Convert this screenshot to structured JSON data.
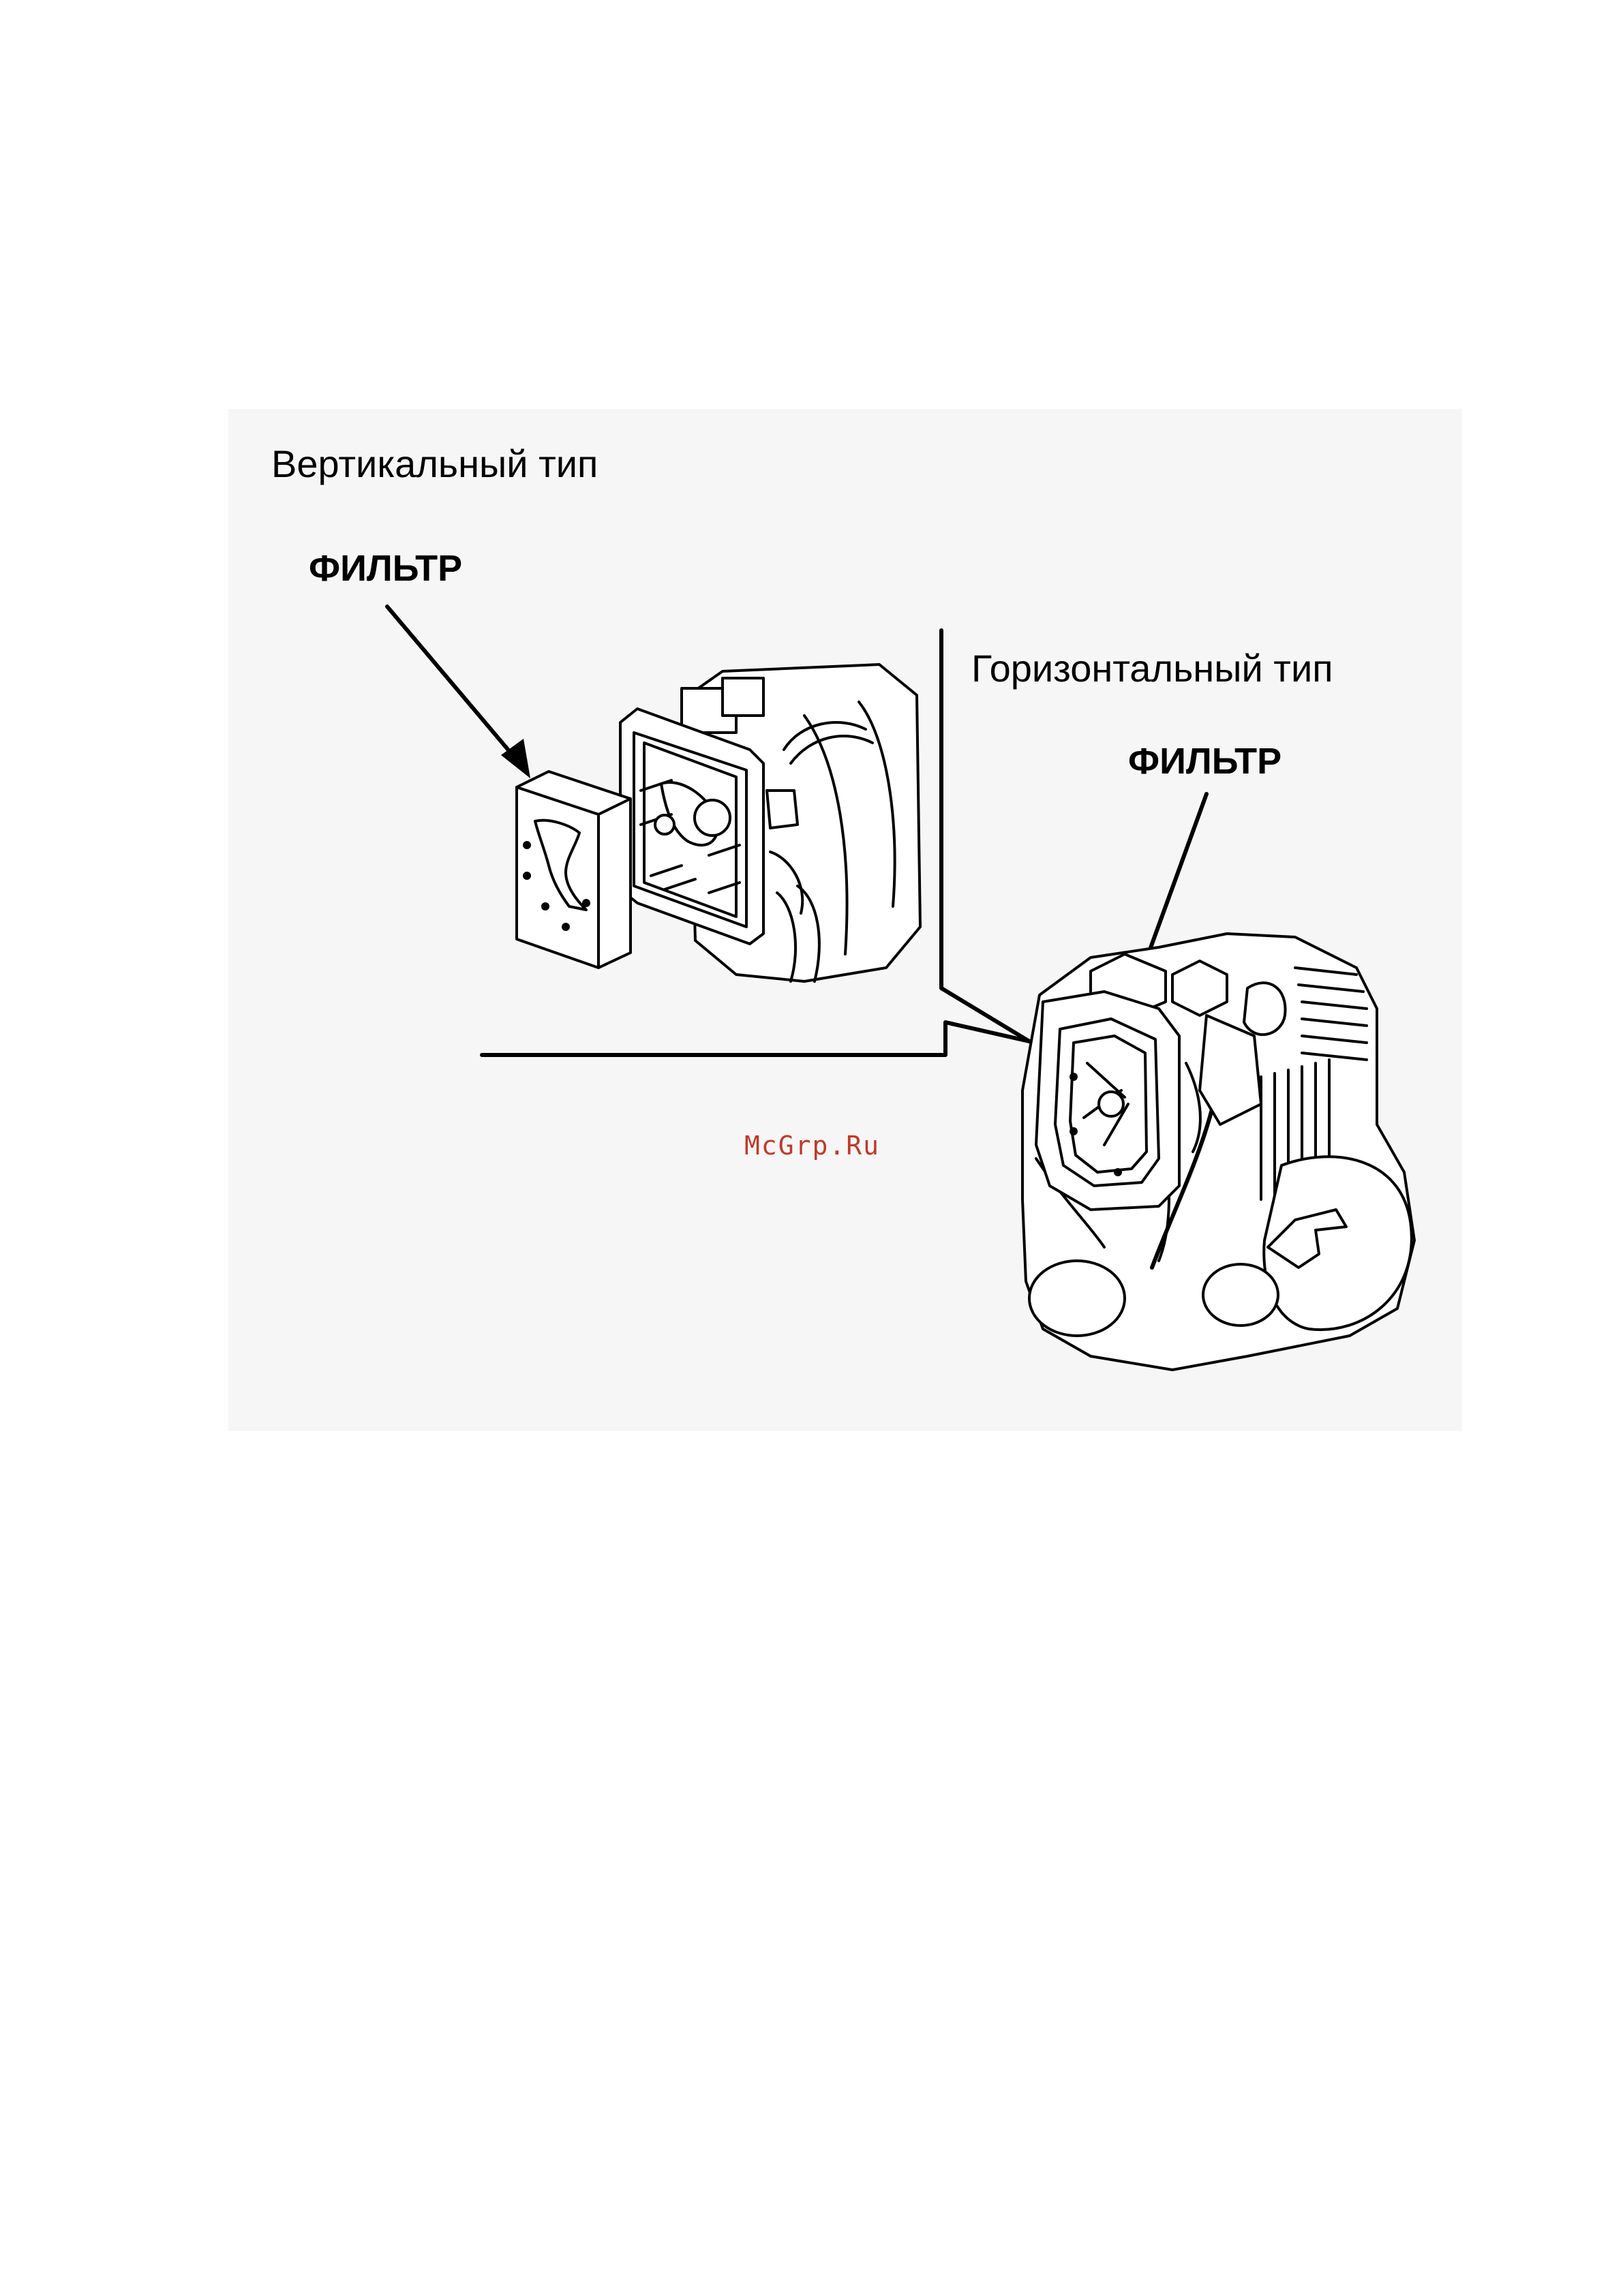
{
  "labels": {
    "vertical_type": "Вертикальный тип",
    "horizontal_type": "Горизонтальный тип",
    "filter_vertical": "ФИЛЬТР",
    "filter_horizontal": "ФИЛЬТР"
  },
  "watermark": "McGrp.Ru",
  "colors": {
    "panel_background": "#f6f6f6",
    "ink": "#000000",
    "watermark": "#c0392b"
  }
}
